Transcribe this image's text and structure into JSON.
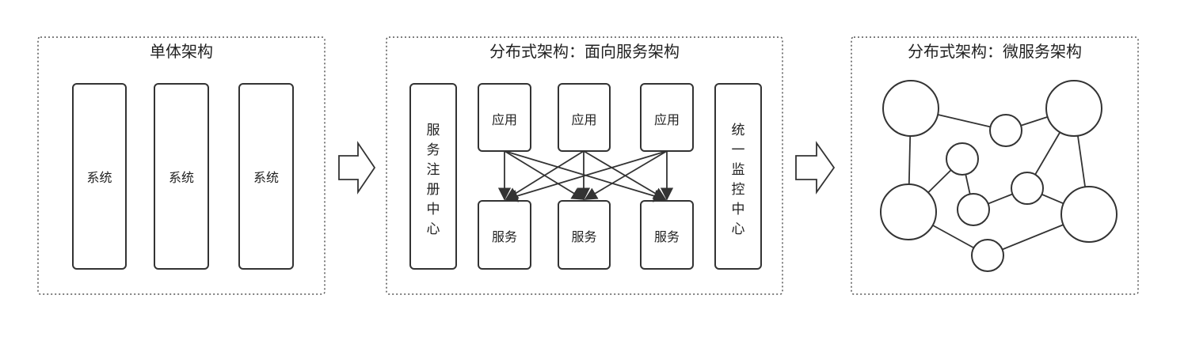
{
  "colors": {
    "stroke": "#333333",
    "panel_border": "#555555",
    "background": "#ffffff"
  },
  "panels": {
    "monolith": {
      "title": "单体架构",
      "systems": [
        "系统",
        "系统",
        "系统"
      ]
    },
    "soa": {
      "title": "分布式架构：面向服务架构",
      "registry": [
        "服",
        "务",
        "注",
        "册",
        "中",
        "心"
      ],
      "monitor": [
        "统",
        "一",
        "监",
        "控",
        "中",
        "心"
      ],
      "apps": [
        "应用",
        "应用",
        "应用"
      ],
      "services": [
        "服务",
        "服务",
        "服务"
      ]
    },
    "microservices": {
      "title": "分布式架构：微服务架构"
    }
  },
  "transition_arrows": [
    "arrow-right-icon",
    "arrow-right-icon"
  ]
}
